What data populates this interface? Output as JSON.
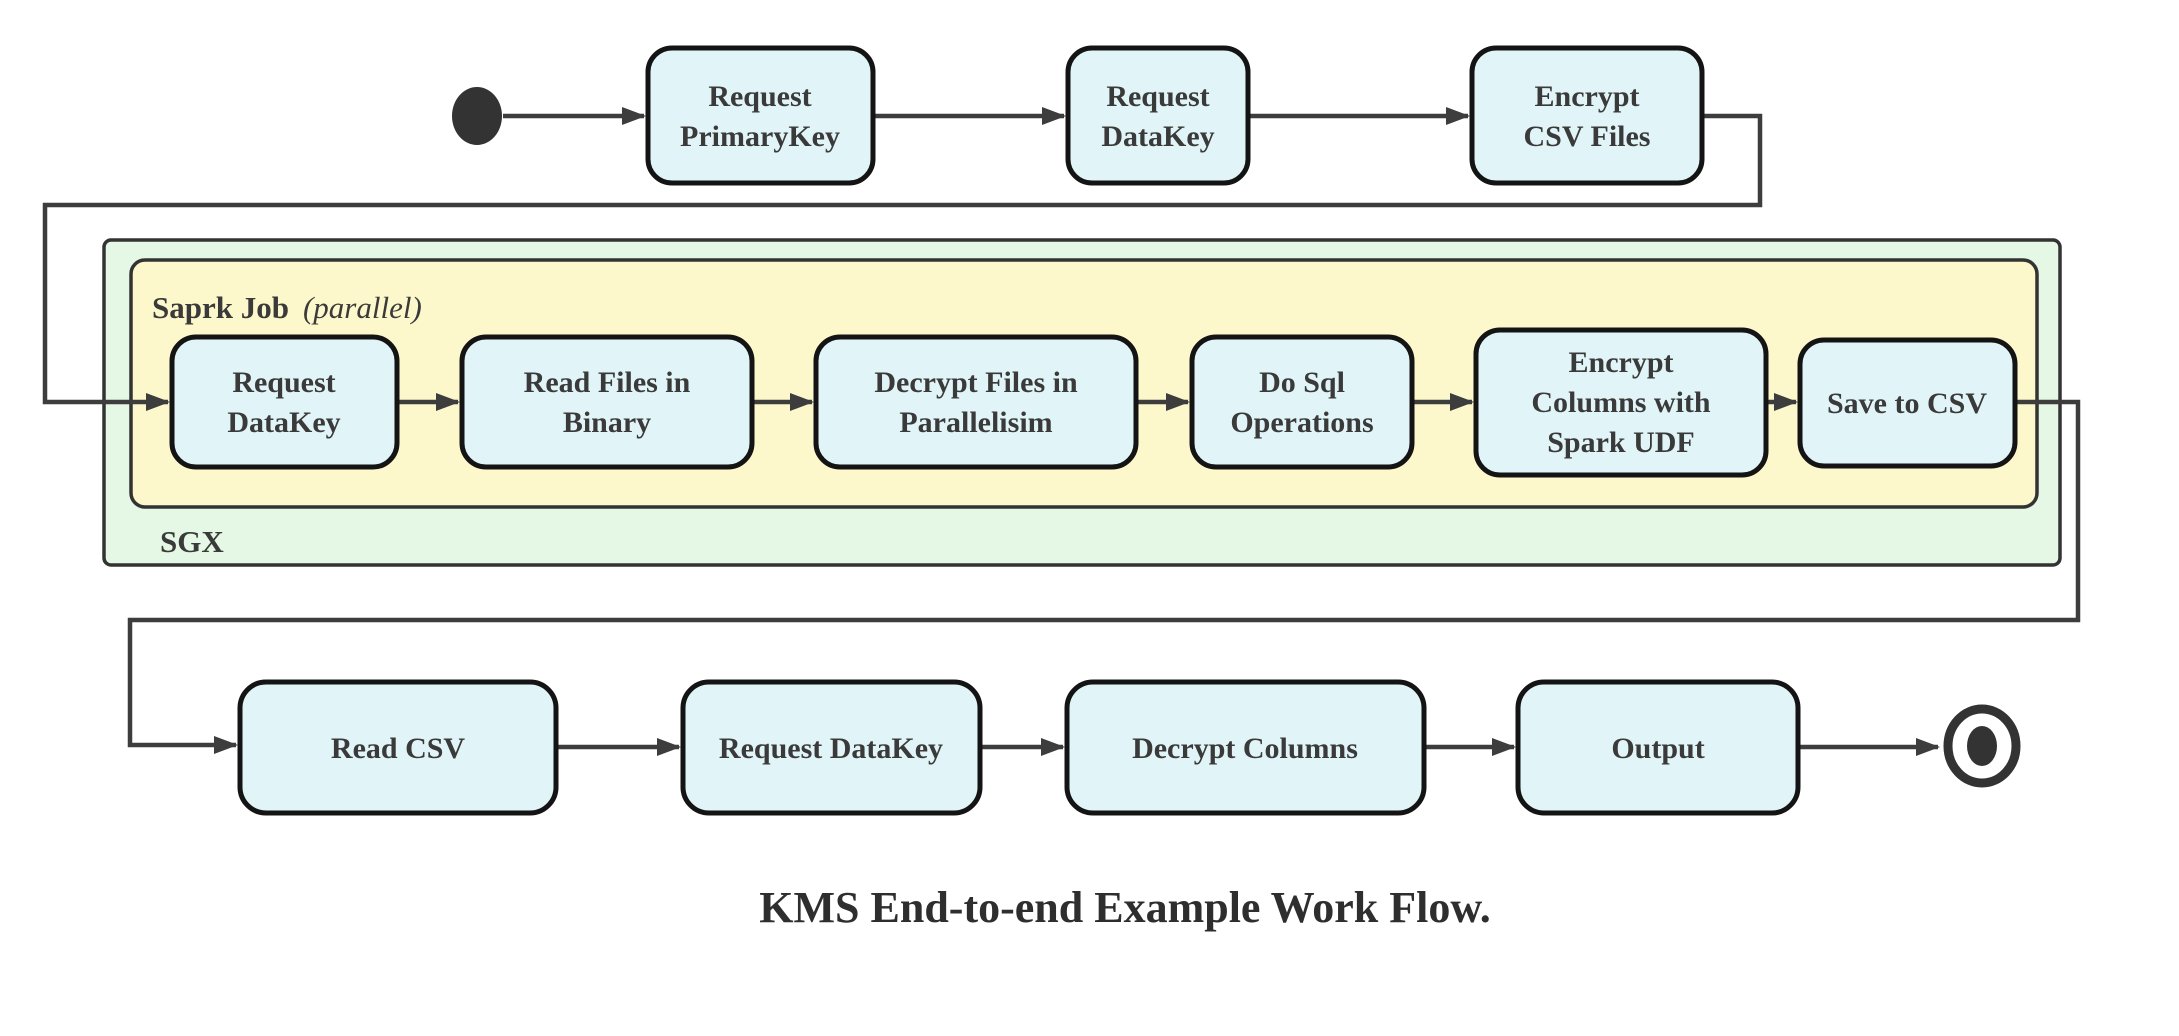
{
  "diagram": {
    "caption": "KMS End-to-end Example Work Flow.",
    "colors": {
      "node_fill": "#e1f5f8",
      "node_border": "#141414",
      "sgx_fill": "#e4f8e5",
      "spark_fill": "#fdf8cb",
      "container_border": "#333333",
      "connector": "#3d3d3d",
      "text": "#3a3a3a",
      "terminal": "#333333"
    },
    "containers": {
      "sgx": {
        "label": "SGX"
      },
      "spark": {
        "label": "Saprk Job",
        "qualifier": "(parallel)"
      }
    },
    "nodes": {
      "request_primarykey": {
        "line1": "Request",
        "line2": "PrimaryKey"
      },
      "request_datakey_top": {
        "line1": "Request",
        "line2": "DataKey"
      },
      "encrypt_csv_files": {
        "line1": "Encrypt",
        "line2": "CSV Files"
      },
      "request_datakey_sgx": {
        "line1": "Request",
        "line2": "DataKey"
      },
      "read_files_in_binary": {
        "line1": "Read Files in",
        "line2": "Binary"
      },
      "decrypt_files_in_parallelisim": {
        "line1": "Decrypt Files in",
        "line2": "Parallelisim"
      },
      "do_sql_operations": {
        "line1": "Do Sql",
        "line2": "Operations"
      },
      "encrypt_columns_with_spark_udf": {
        "line1": "Encrypt",
        "line2": "Columns with",
        "line3": "Spark UDF"
      },
      "save_to_csv": {
        "label": "Save to CSV"
      },
      "read_csv": {
        "label": "Read CSV"
      },
      "request_datakey_bottom": {
        "label": "Request DataKey"
      },
      "decrypt_columns": {
        "label": "Decrypt Columns"
      },
      "output": {
        "label": "Output"
      }
    }
  }
}
